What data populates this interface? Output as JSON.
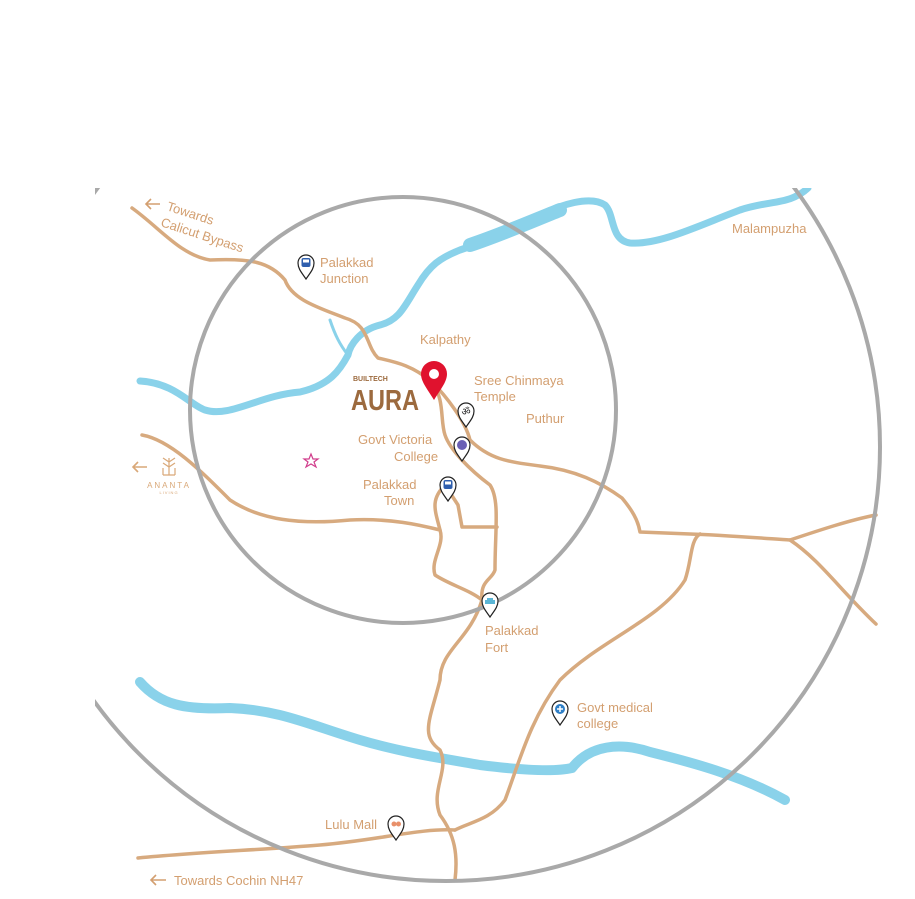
{
  "brand": {
    "small": "BUILTECH",
    "name": "AURA"
  },
  "ananta": {
    "name": "ANANTA",
    "sub": "LIVING"
  },
  "labels": {
    "calicut": [
      "Towards",
      "Calicut Bypass"
    ],
    "palakkad_junction": [
      "Palakkad",
      "Junction"
    ],
    "malampuzha": "Malampuzha",
    "kalpathy": "Kalpathy",
    "chinmaya": [
      "Sree Chinmaya",
      "Temple"
    ],
    "puthur": "Puthur",
    "victoria": [
      "Govt Victoria",
      "College"
    ],
    "palakkad_town": [
      "Palakkad",
      "Town"
    ],
    "fort": [
      "Palakkad",
      "Fort"
    ],
    "medical": [
      "Govt medical",
      "college"
    ],
    "lulu": "Lulu Mall",
    "cochin": "Towards Cochin NH47"
  },
  "colors": {
    "road": "#d7aa7f",
    "river": "#8ad2ea",
    "ring": "#a9a9a9",
    "pin": "#e0122e",
    "brand": "#9c6a3e",
    "text": "#d39f70"
  }
}
